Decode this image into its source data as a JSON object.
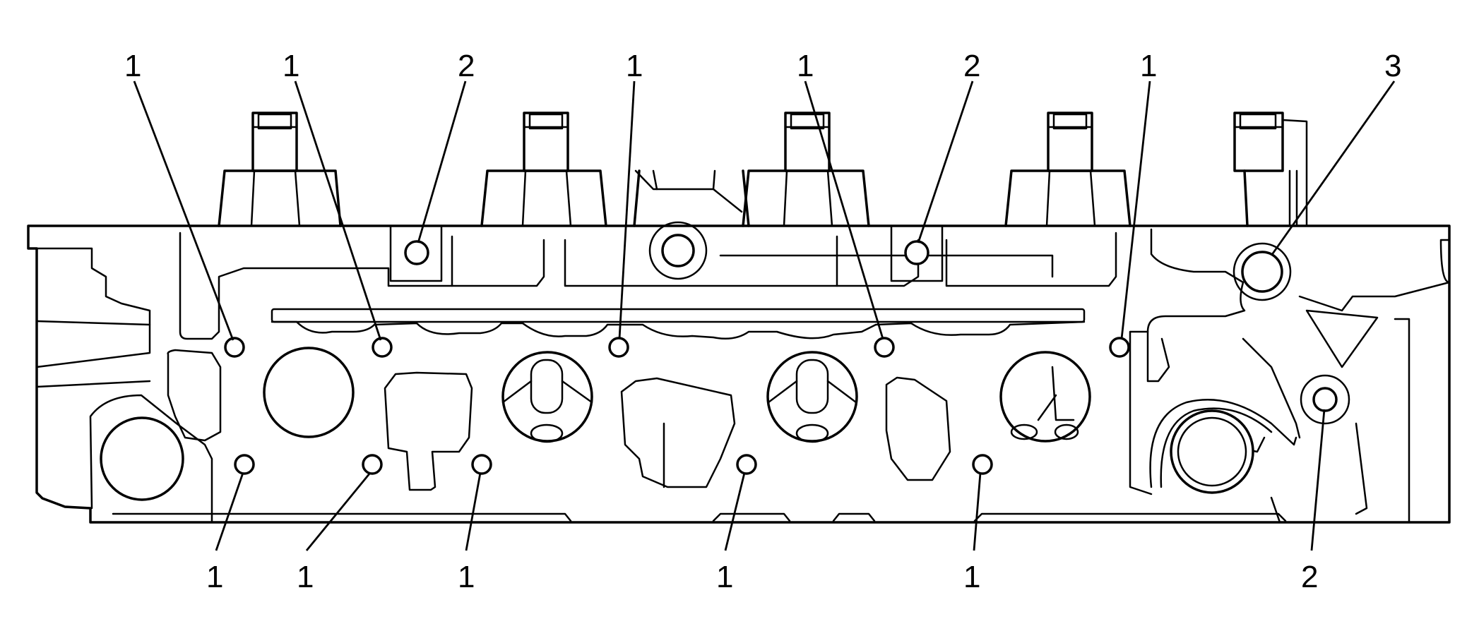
{
  "callouts": [
    {
      "label": "1"
    },
    {
      "label": "1"
    },
    {
      "label": "2"
    },
    {
      "label": "1"
    },
    {
      "label": "1"
    },
    {
      "label": "2"
    },
    {
      "label": "1"
    },
    {
      "label": "3"
    },
    {
      "label": "1"
    },
    {
      "label": "1"
    },
    {
      "label": "1"
    },
    {
      "label": "1"
    },
    {
      "label": "1"
    },
    {
      "label": "2"
    }
  ]
}
